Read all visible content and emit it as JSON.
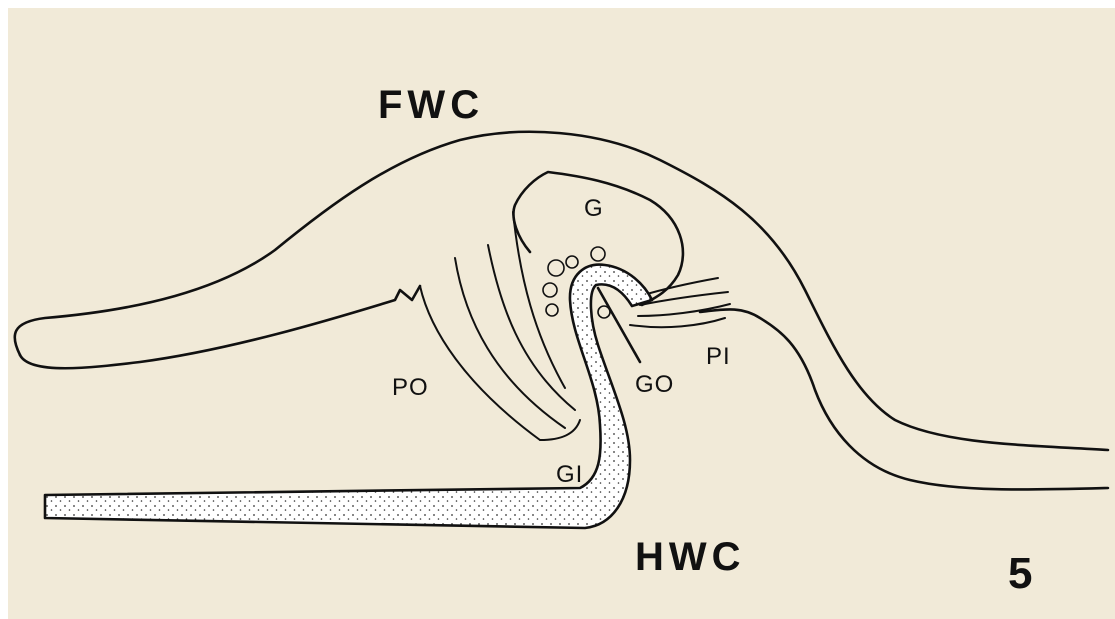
{
  "figure": {
    "number": "5",
    "background_color": "#f1ead8",
    "ink_color": "#111111"
  },
  "labels": {
    "fwc": "FWC",
    "hwc": "HWC",
    "g": "G",
    "po": "PO",
    "go": "GO",
    "pi": "PI",
    "gi": "GI"
  }
}
